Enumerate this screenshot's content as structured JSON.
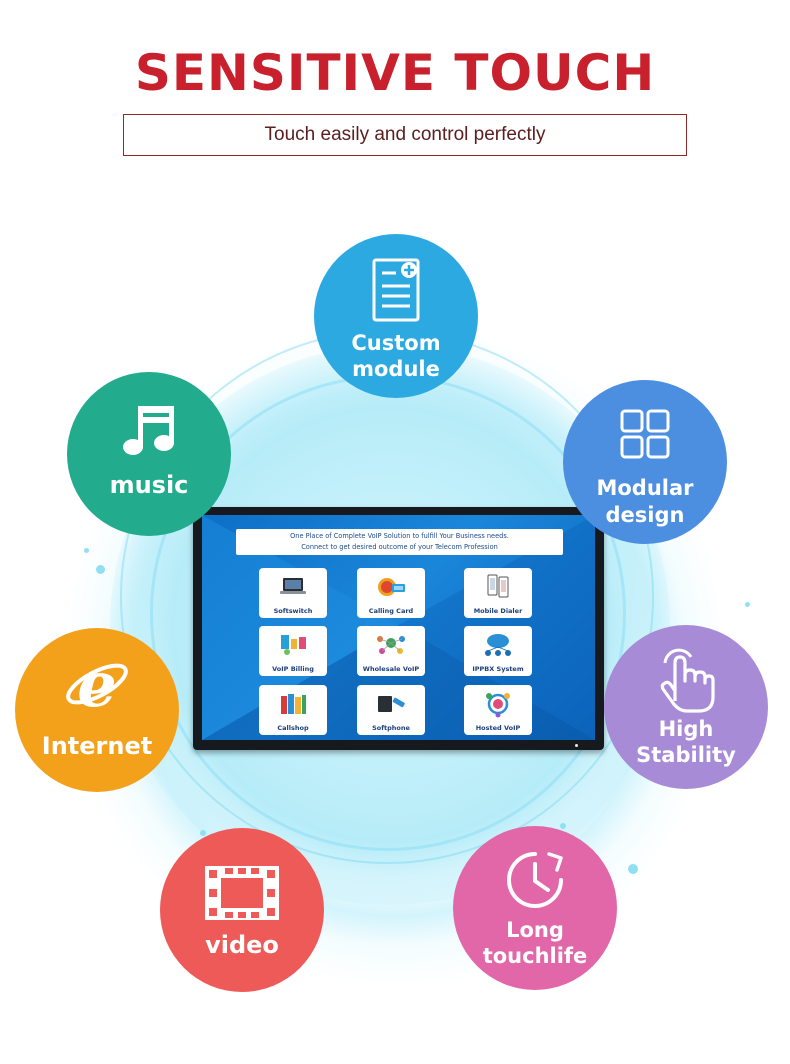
{
  "header": {
    "title": "SENSITIVE TOUCH",
    "subtitle": "Touch easily and control perfectly"
  },
  "features": {
    "custom_module": {
      "lines": [
        "Custom",
        "module"
      ],
      "color": "#2ba9e0",
      "icon": "document-plus-icon"
    },
    "modular_design": {
      "lines": [
        "Modular",
        "design"
      ],
      "color": "#4c8ee0",
      "icon": "grid-icon"
    },
    "high_stability": {
      "lines": [
        "High",
        "Stability"
      ],
      "color": "#a78bd7",
      "icon": "touch-hand-icon"
    },
    "long_touchlife": {
      "lines": [
        "Long",
        "touchlife"
      ],
      "color": "#e267a8",
      "icon": "clock-icon"
    },
    "video": {
      "lines": [
        "video"
      ],
      "color": "#ed5a57",
      "icon": "film-icon"
    },
    "internet": {
      "lines": [
        "Internet"
      ],
      "color": "#f3a01b",
      "icon": "internet-explorer-icon"
    },
    "music": {
      "lines": [
        "music"
      ],
      "color": "#22ab8c",
      "icon": "music-note-icon"
    }
  },
  "screen": {
    "banner_line1": "One Place of Complete VoIP Solution to fulfill Your Business needs.",
    "banner_line2": "Connect to get desired outcome of your Telecom Profession",
    "tiles": [
      "Softswitch",
      "Calling Card",
      "Mobile Dialer",
      "VoIP Billing",
      "Wholesale VoIP",
      "IPPBX System",
      "Callshop",
      "Softphone",
      "Hosted VoIP"
    ]
  }
}
